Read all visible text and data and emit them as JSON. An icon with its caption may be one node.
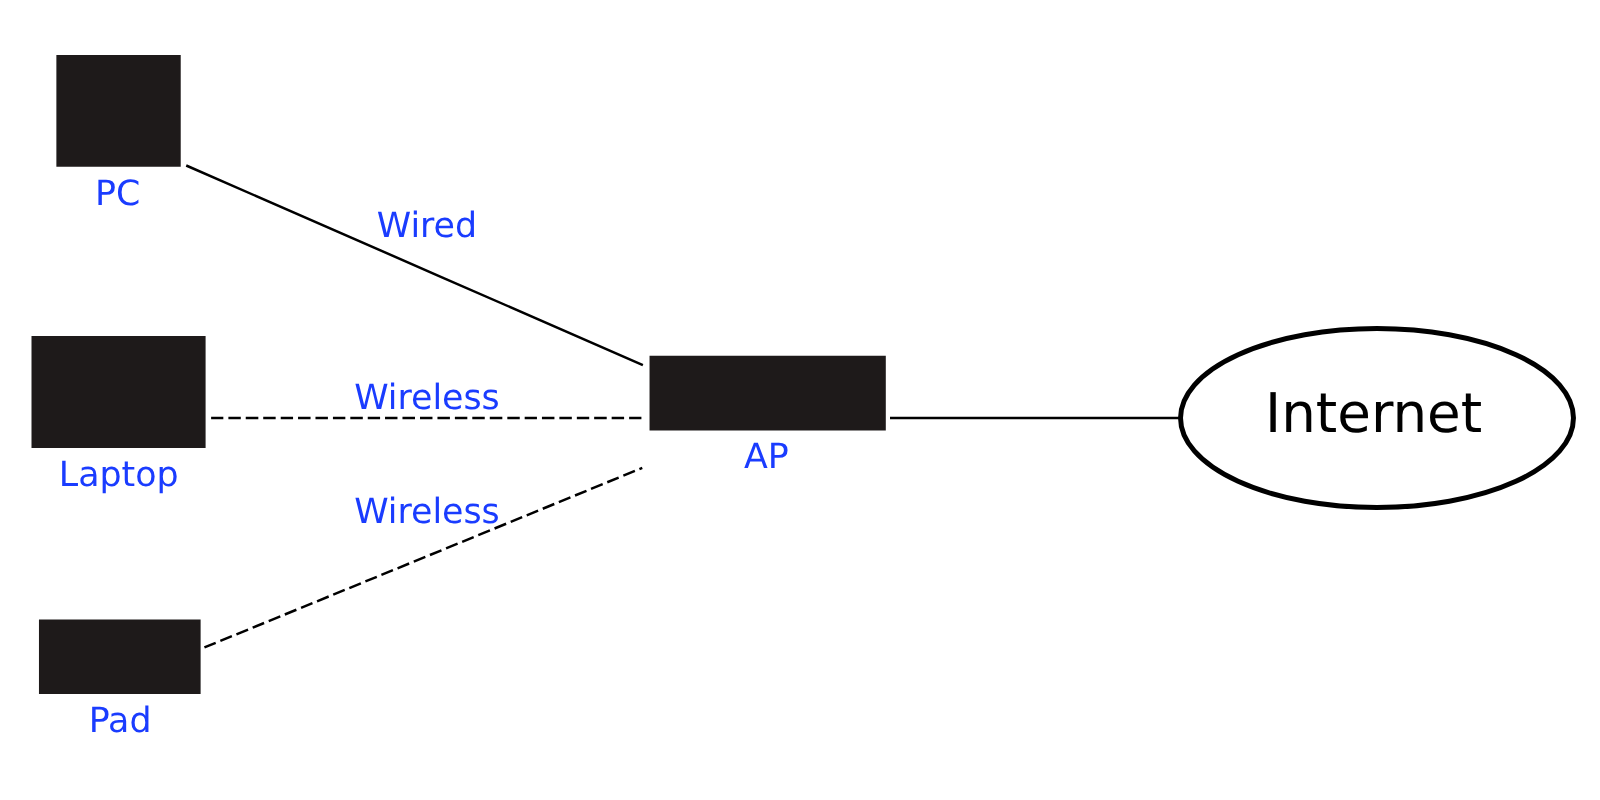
{
  "diagram": {
    "nodes": [
      {
        "text": [
          "PC"
        ]
      },
      {
        "text": [
          "Laptop"
        ]
      },
      {
        "text": [
          "AP"
        ]
      },
      {
        "text": [
          "Internet"
        ]
      },
      {
        "text": [
          "Pad"
        ]
      }
    ],
    "edges": [
      {
        "from": 0,
        "to": 2,
        "arrow": "none",
        "label": "Wired"
      },
      {
        "from": 1,
        "to": 2,
        "arrow": "none",
        "label": "Wireless",
        "style": "dashed"
      },
      {
        "from": 4,
        "to": 2,
        "arrow": "none",
        "label": "Wireless",
        "style": "dashed"
      },
      {
        "from": 2,
        "to": 3,
        "arrow": "none"
      }
    ]
  }
}
